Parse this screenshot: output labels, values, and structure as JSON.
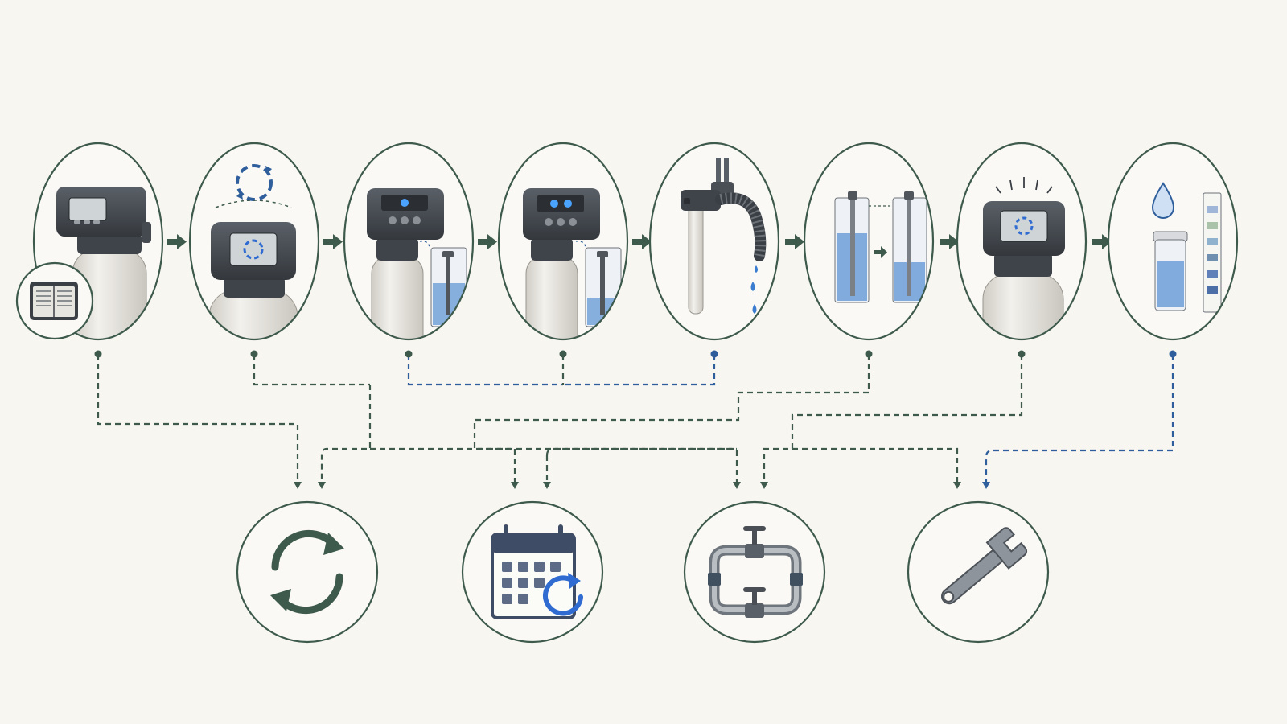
{
  "diagram": {
    "colors": {
      "background": "#f8f6f0",
      "outline": "#3d5a4c",
      "connector_green": "#3d5a4c",
      "connector_blue": "#2f5e9c",
      "water": "#4d86c9",
      "valve": "#3e4349",
      "tank": "#e8e6e1"
    },
    "steps": [
      {
        "id": "step-1",
        "icon": "softener-with-manual-icon",
        "line": "green"
      },
      {
        "id": "step-2",
        "icon": "softener-regeneration-cycle-icon",
        "line": "green"
      },
      {
        "id": "step-3",
        "icon": "softener-with-brine-tank-icon",
        "line": "blue"
      },
      {
        "id": "step-4",
        "icon": "softener-brine-refill-icon",
        "line": "green"
      },
      {
        "id": "step-5",
        "icon": "drain-hose-dripping-icon",
        "line": "blue"
      },
      {
        "id": "step-6",
        "icon": "resin-level-comparison-icon",
        "line": "green"
      },
      {
        "id": "step-7",
        "icon": "softener-active-status-icon",
        "line": "green"
      },
      {
        "id": "step-8",
        "icon": "water-test-strip-icon",
        "line": "blue"
      }
    ],
    "outcomes": [
      {
        "id": "outcome-1",
        "icon": "recycle-arrows-icon"
      },
      {
        "id": "outcome-2",
        "icon": "calendar-schedule-icon"
      },
      {
        "id": "outcome-3",
        "icon": "pipe-bypass-valve-icon"
      },
      {
        "id": "outcome-4",
        "icon": "wrench-icon"
      }
    ]
  }
}
